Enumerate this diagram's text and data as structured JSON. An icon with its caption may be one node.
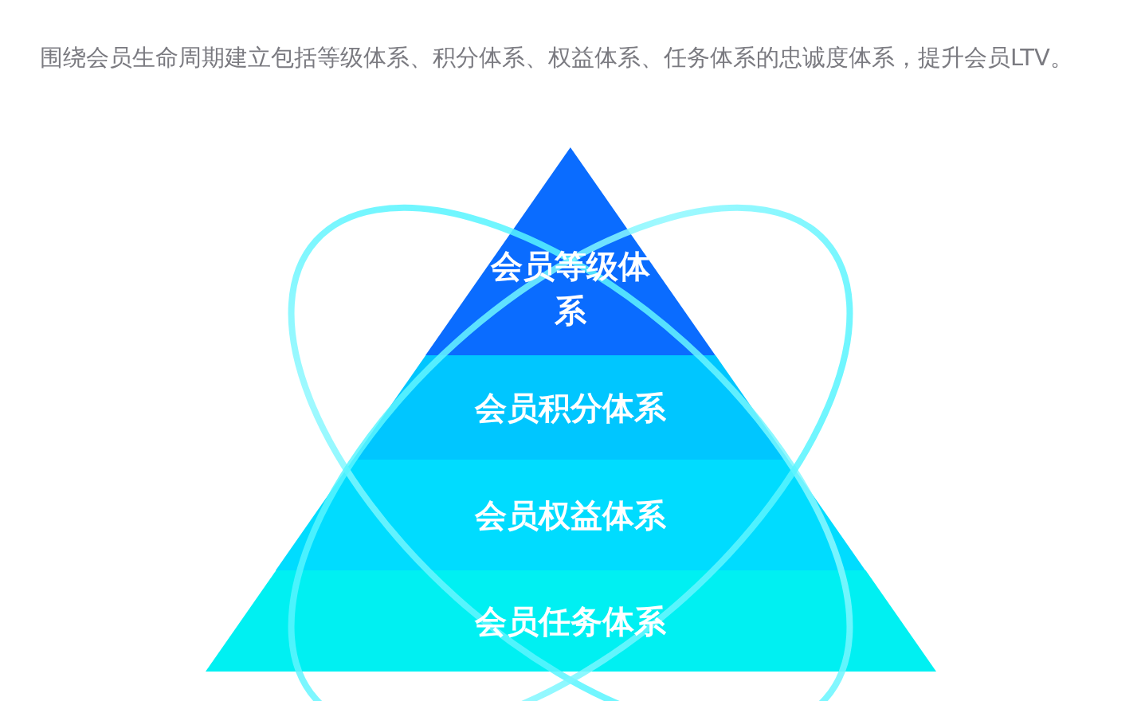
{
  "diagram": {
    "title": "围绕会员生命周期建立包括等级体系、积分体系、权益体系、任务体系的忠诚度体系，提升会员LTV。",
    "nodes": [
      {
        "text": [
          "会员等级体系"
        ]
      },
      {
        "text": [
          "会员积分体系"
        ]
      },
      {
        "text": [
          "会员权益体系"
        ]
      },
      {
        "text": [
          "会员任务体系"
        ]
      }
    ]
  }
}
